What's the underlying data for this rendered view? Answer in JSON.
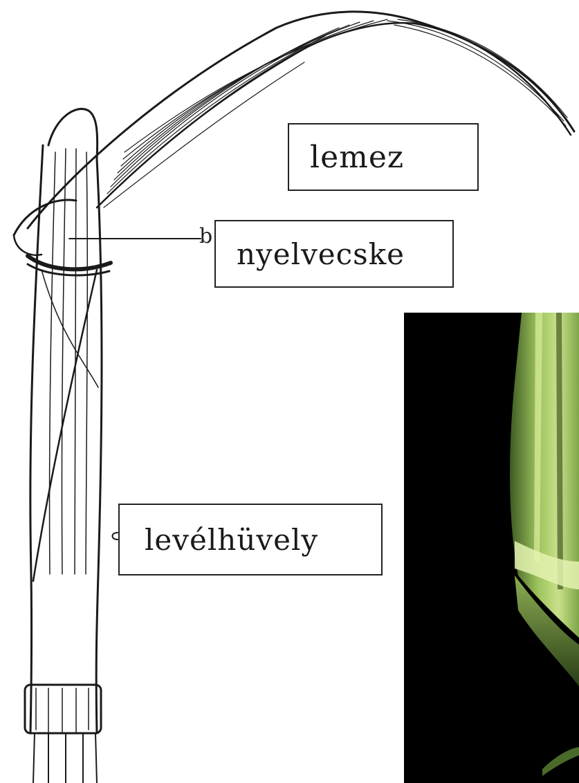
{
  "labels": {
    "blade": "lemez",
    "ligule": "nyelvecske",
    "sheath": "levélhüvely"
  },
  "markers": {
    "ligule_marker": "b",
    "sheath_marker": "c"
  },
  "colors": {
    "ink": "#1a1a1a",
    "photo_background": "#000000",
    "leaf_green_light": "#c9e08a",
    "leaf_green_mid": "#7fa648",
    "leaf_green_dark": "#3d5a22"
  }
}
